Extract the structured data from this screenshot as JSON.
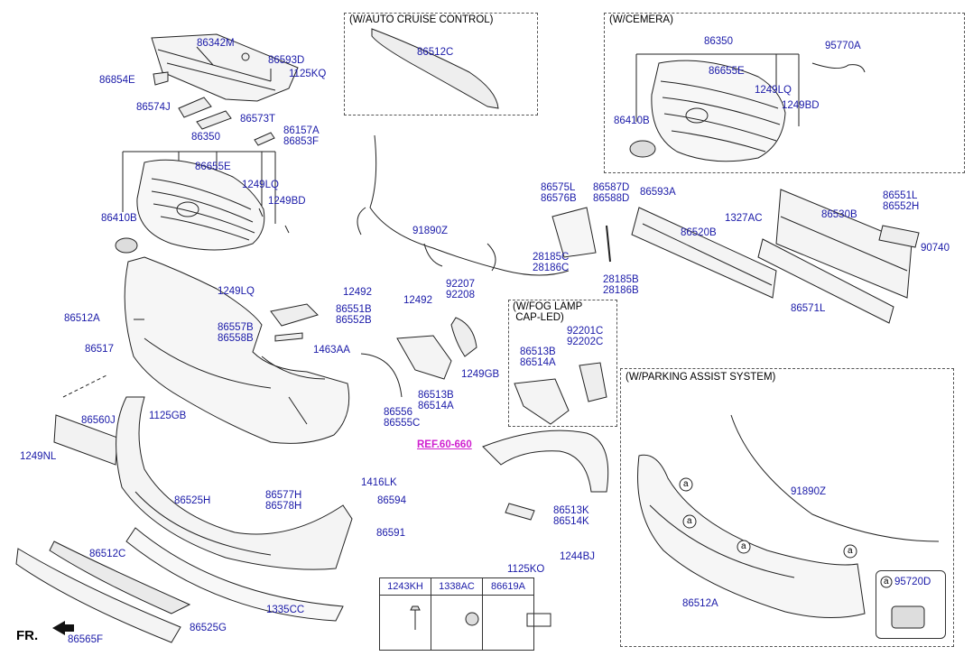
{
  "boxes": {
    "auto_cruise": "(W/AUTO CRUISE CONTROL)",
    "camera": "(W/CEMERA)",
    "fog_lamp": "(W/FOG LAMP\n CAP-LED)",
    "parking": "(W/PARKING ASSIST SYSTEM)"
  },
  "ref": "REF.60-660",
  "fr": "FR.",
  "circle_a": "a",
  "labels": {
    "l86342M": "86342M",
    "l86593D": "86593D",
    "l1125KQ": "1125KQ",
    "l86854E": "86854E",
    "l86574J": "86574J",
    "l86573T": "86573T",
    "l86157A": "86157A",
    "l86853F": "86853F",
    "l86350a": "86350",
    "l86655Ea": "86655E",
    "l1249LQa": "1249LQ",
    "l1249BDa": "1249BD",
    "l86410Ba": "86410B",
    "l86512Ca": "86512C",
    "l86350b": "86350",
    "l95770A": "95770A",
    "l86655Eb": "86655E",
    "l1249LQb": "1249LQ",
    "l1249BDb": "1249BD",
    "l86410Bb": "86410B",
    "l91890Za": "91890Z",
    "l86575L": "86575L\n86576B",
    "l86587D": "86587D\n86588D",
    "l86593A": "86593A",
    "l86551La": "86551L\n86552H",
    "l1327AC": "1327AC",
    "l86530B": "86530B",
    "l86520B": "86520B",
    "l90740": "90740",
    "l28185C": "28185C\n28186C",
    "l28185B": "28185B\n28186B",
    "l86571L": "86571L",
    "l1249LQc": "1249LQ",
    "l12492a": "12492",
    "l86551B": "86551B\n86552B",
    "l86512Aa": "86512A",
    "l86557B": "86557B\n86558B",
    "l1463AA": "1463AA",
    "l86517": "86517",
    "l12492b": "12492",
    "l92207": "92207\n92208",
    "l92201C": "92201C\n92202C",
    "l86513Ba": "86513B\n86514A",
    "l1249GB": "1249GB",
    "l86513Bb": "86513B\n86514A",
    "l86556": "86556\n86555C",
    "l1125GB": "1125GB",
    "l86560J": "86560J",
    "l1249NL": "1249NL",
    "l1416LK": "1416LK",
    "l86577H": "86577H\n86578H",
    "l86594": "86594",
    "l86525H": "86525H",
    "l86513K": "86513K\n86514K",
    "l86591": "86591",
    "l1244BJ": "1244BJ",
    "l1125KO": "1125KO",
    "l86512Cb": "86512C",
    "l1335CC": "1335CC",
    "l86525G": "86525G",
    "l86565F": "86565F",
    "l91890Zb": "91890Z",
    "l86512Ab": "86512A",
    "l95720D": "95720D"
  },
  "legend": {
    "headers": [
      "1243KH",
      "1338AC",
      "86619A"
    ]
  },
  "colors": {
    "label": "#1a1aa8",
    "ref": "#d020d0",
    "line": "#222222"
  }
}
